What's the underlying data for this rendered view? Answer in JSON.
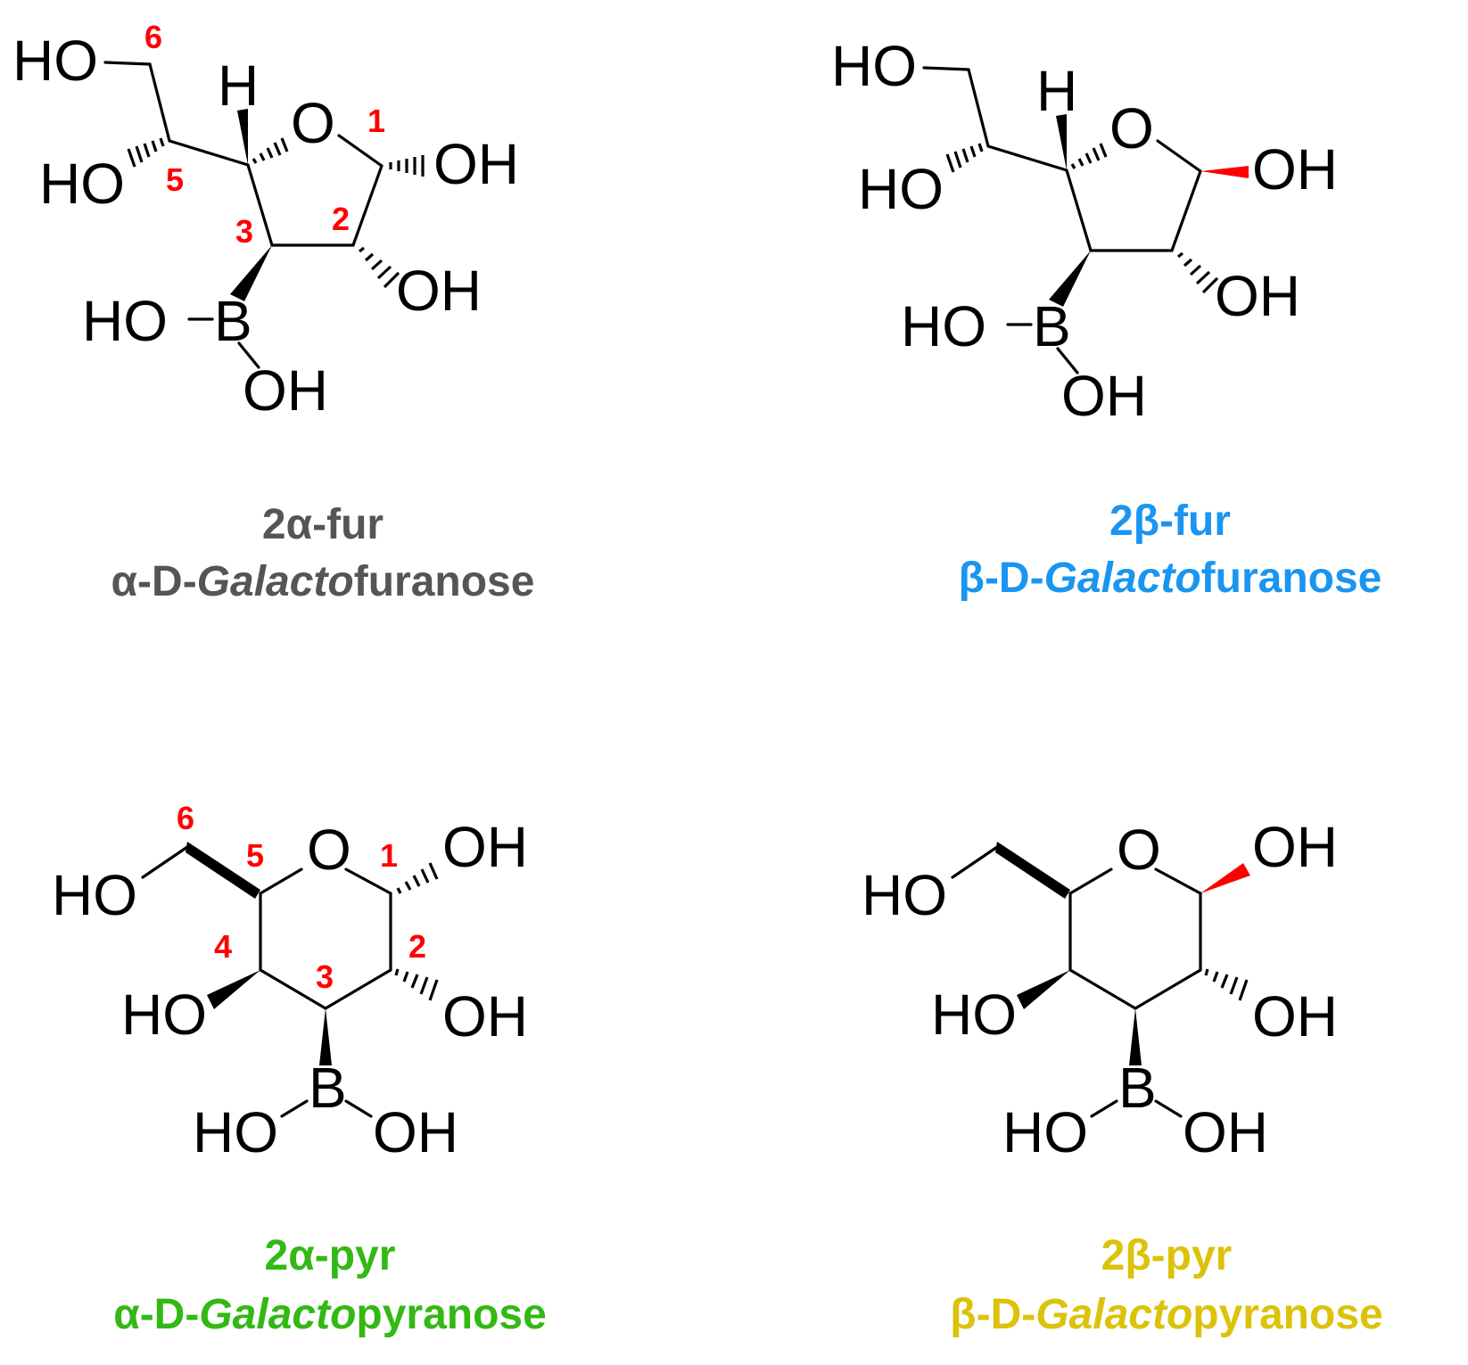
{
  "colors": {
    "highlight": "#ff0000",
    "c2a_fur": "#555555",
    "c2b_fur": "#1a95f0",
    "c2a_pyr": "#33b814",
    "c2b_pyr": "#dcc20a"
  },
  "structures": [
    {
      "id": "2a-fur",
      "code": "2α-fur",
      "name_prefix": "α-D-",
      "name_italic": "Galacto",
      "name_suffix": "furanose",
      "labels": {
        "HO6": "HO",
        "H": "H",
        "O": "O",
        "OH1": "OH",
        "HO5": "HO",
        "OH2": "OH",
        "HOB": "HO",
        "B": "B",
        "BOH": "OH"
      },
      "numbers": [
        "6",
        "1",
        "5",
        "3",
        "2"
      ]
    },
    {
      "id": "2b-fur",
      "code": "2β-fur",
      "name_prefix": "β-D-",
      "name_italic": "Galacto",
      "name_suffix": "furanose",
      "labels": {
        "HO6": "HO",
        "H": "H",
        "O": "O",
        "OH1": "OH",
        "HO5": "HO",
        "OH2": "OH",
        "HOB": "HO",
        "B": "B",
        "BOH": "OH"
      }
    },
    {
      "id": "2a-pyr",
      "code": "2α-pyr",
      "name_prefix": "α-D-",
      "name_italic": "Galacto",
      "name_suffix": "pyranose",
      "labels": {
        "HO6": "HO",
        "O": "O",
        "OH1": "OH",
        "HO4": "HO",
        "OH2": "OH",
        "B": "B",
        "HOB": "HO",
        "BOH": "OH"
      },
      "numbers": [
        "6",
        "5",
        "1",
        "4",
        "2",
        "3"
      ]
    },
    {
      "id": "2b-pyr",
      "code": "2β-pyr",
      "name_prefix": "β-D-",
      "name_italic": "Galacto",
      "name_suffix": "pyranose",
      "labels": {
        "HO6": "HO",
        "O": "O",
        "OH1": "OH",
        "HO4": "HO",
        "OH2": "OH",
        "B": "B",
        "HOB": "HO",
        "BOH": "OH"
      }
    }
  ]
}
